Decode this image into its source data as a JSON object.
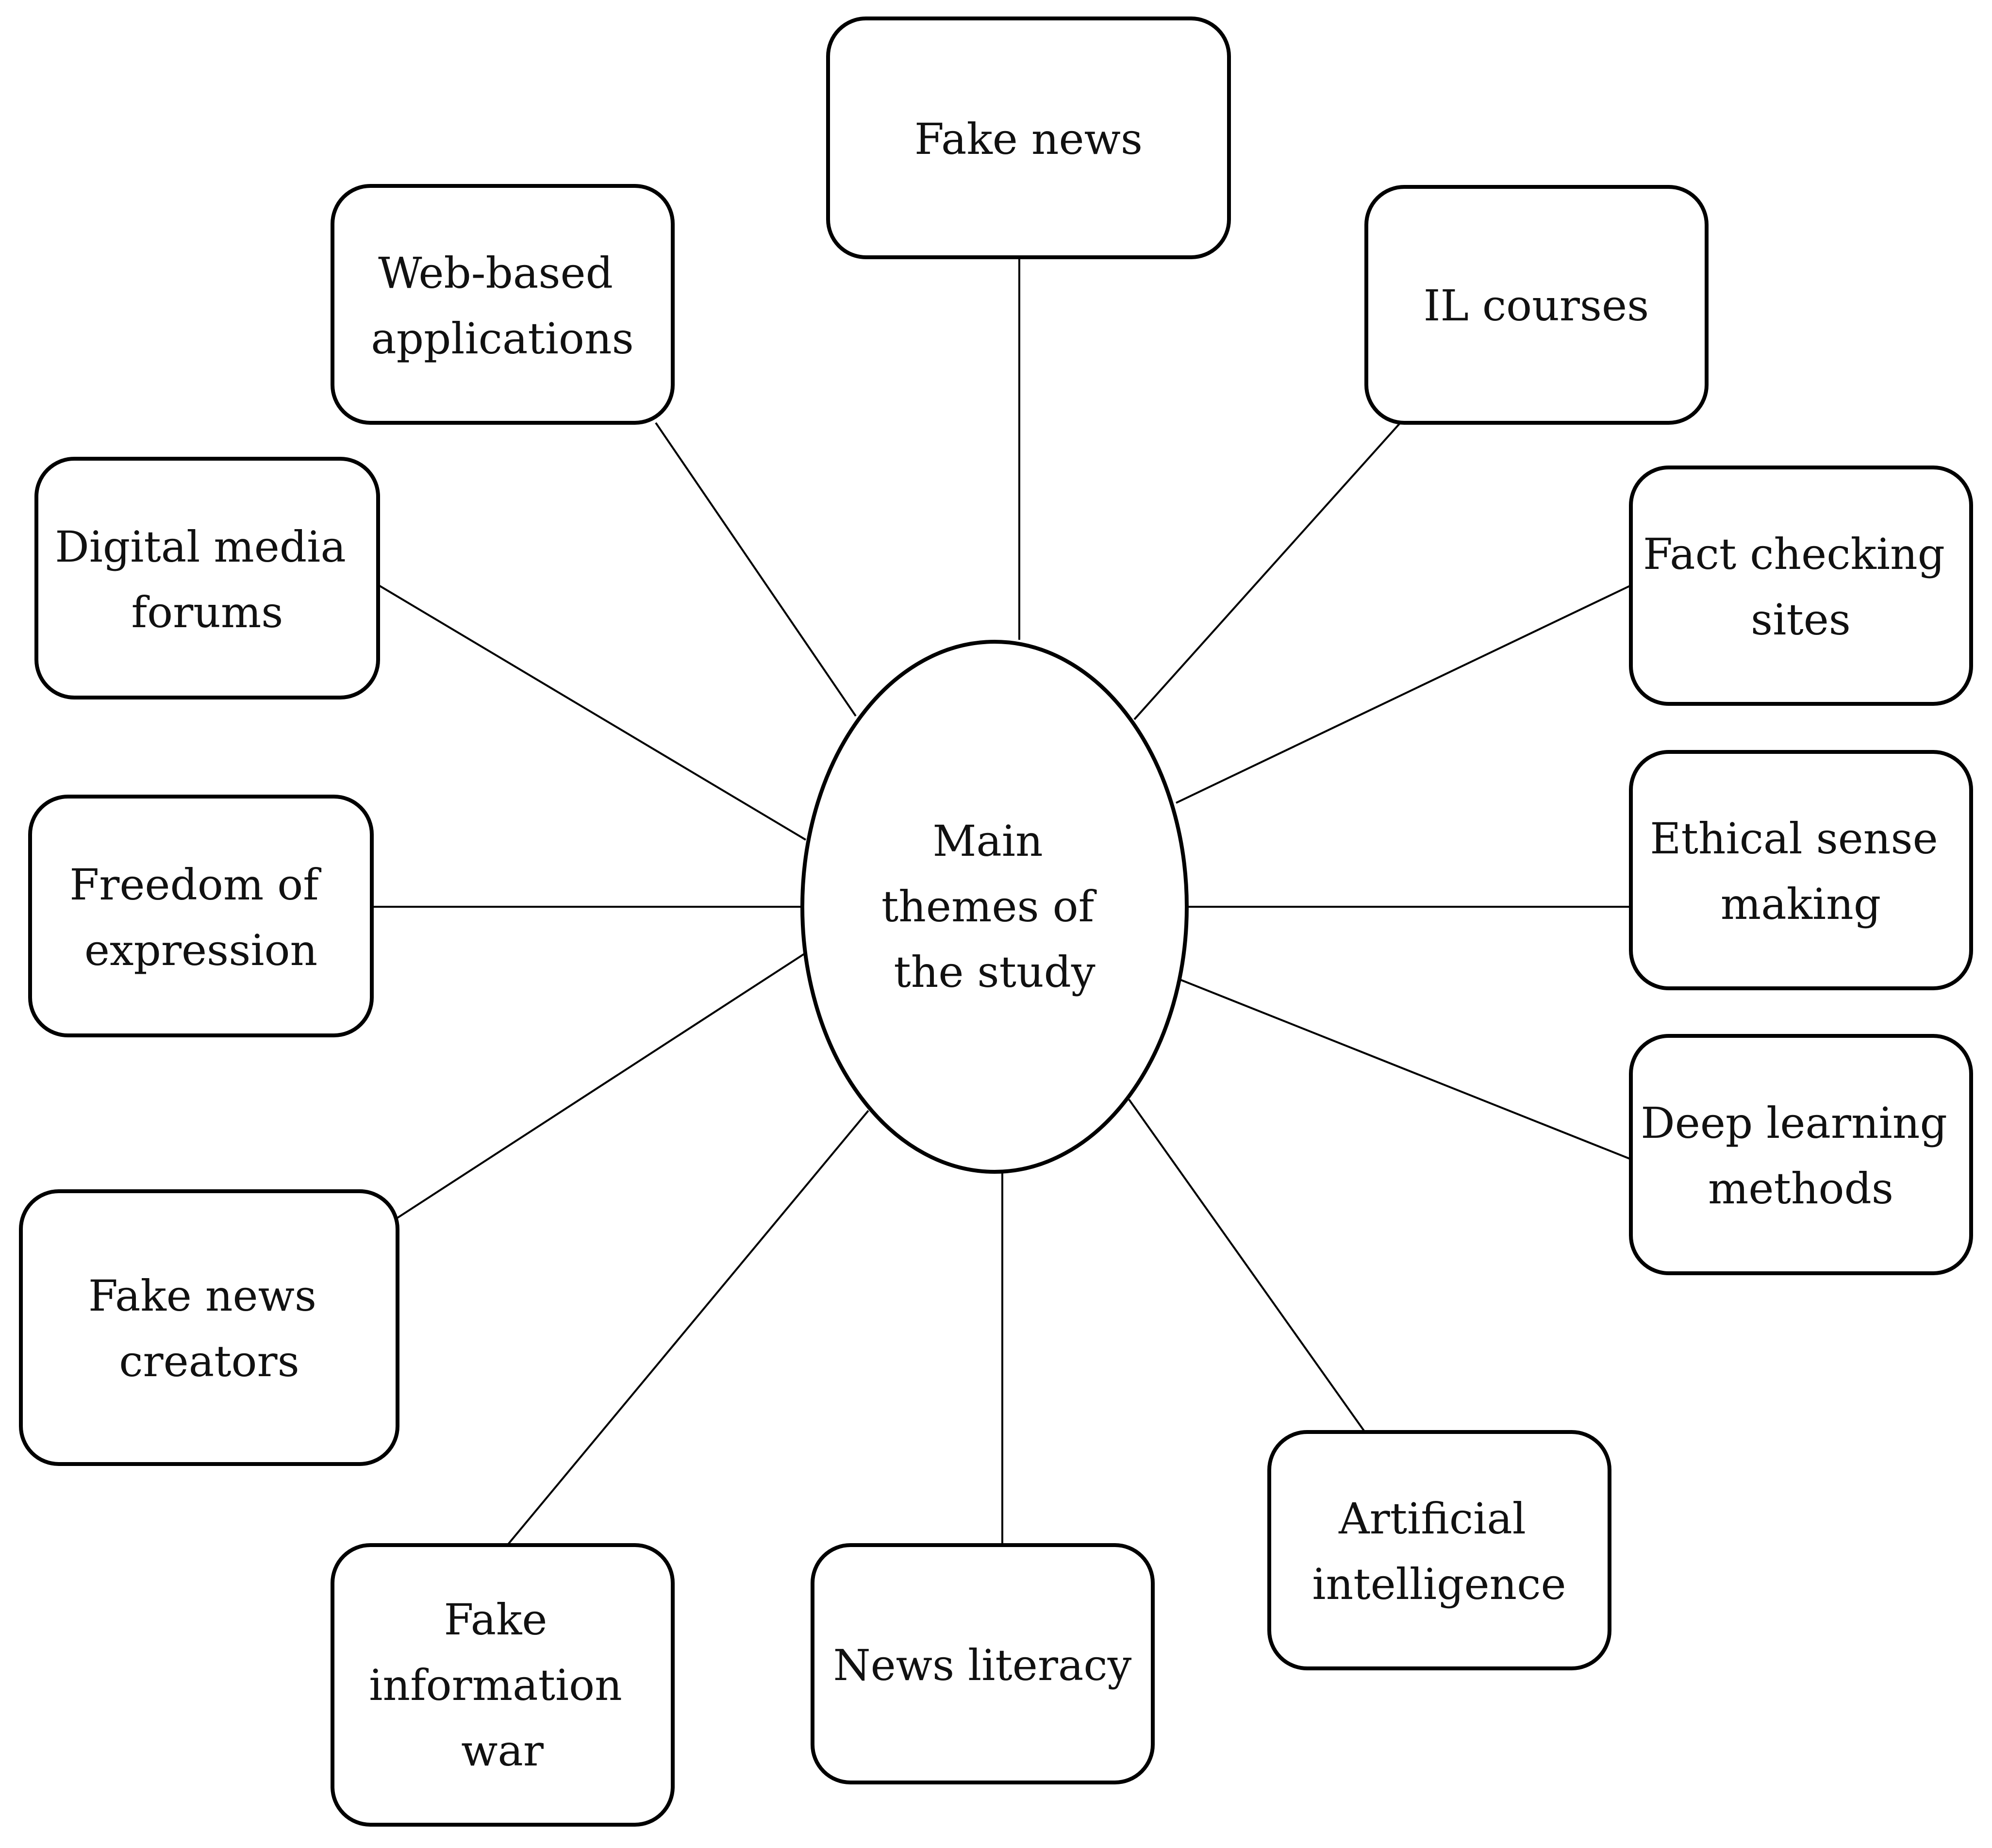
{
  "center": {
    "lines": [
      "Main",
      "themes of",
      "the study"
    ]
  },
  "nodes": [
    {
      "id": "fake-news",
      "lines": [
        "Fake news"
      ]
    },
    {
      "id": "il-courses",
      "lines": [
        "IL courses"
      ]
    },
    {
      "id": "fact-checking-sites",
      "lines": [
        "Fact checking",
        "sites"
      ]
    },
    {
      "id": "ethical-sense-making",
      "lines": [
        "Ethical sense",
        "making"
      ]
    },
    {
      "id": "deep-learning-methods",
      "lines": [
        "Deep learning",
        "methods"
      ]
    },
    {
      "id": "artificial-intelligence",
      "lines": [
        "Artificial",
        "intelligence"
      ]
    },
    {
      "id": "news-literacy",
      "lines": [
        "News literacy"
      ]
    },
    {
      "id": "fake-information-war",
      "lines": [
        "Fake",
        "information",
        "war"
      ]
    },
    {
      "id": "fake-news-creators",
      "lines": [
        "Fake news",
        "creators"
      ]
    },
    {
      "id": "freedom-of-expression",
      "lines": [
        "Freedom of",
        "expression"
      ]
    },
    {
      "id": "digital-media-forums",
      "lines": [
        "Digital media",
        "forums"
      ]
    },
    {
      "id": "web-based-applications",
      "lines": [
        "Web-based",
        "applications"
      ]
    }
  ]
}
